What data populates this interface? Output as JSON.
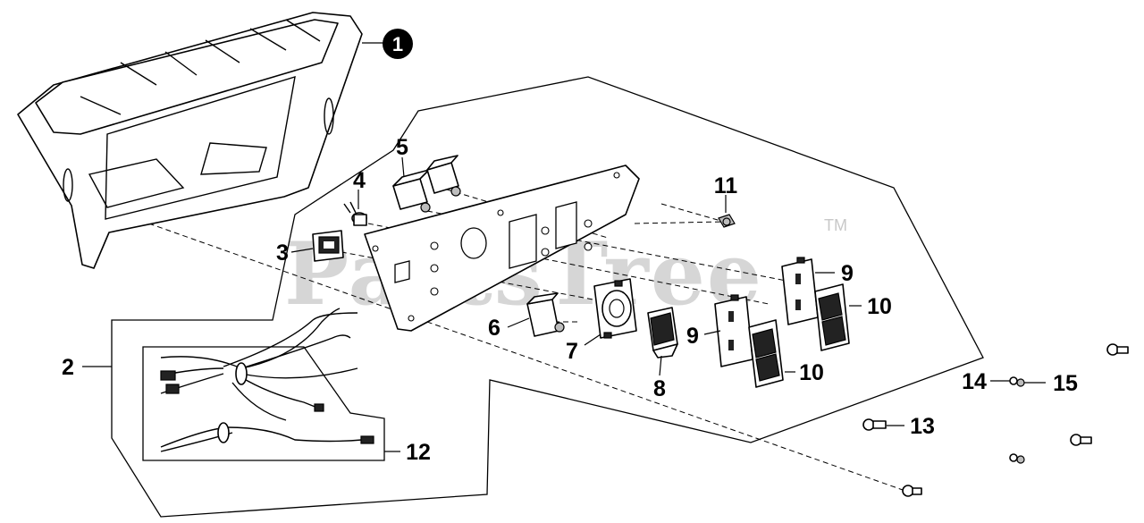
{
  "watermark": {
    "text": "PartsTree",
    "trademark": "TM"
  },
  "badge": {
    "label": "1"
  },
  "callouts": {
    "c2": "2",
    "c3": "3",
    "c4": "4",
    "c5": "5",
    "c6": "6",
    "c7": "7",
    "c8": "8",
    "c9a": "9",
    "c9b": "9",
    "c10a": "10",
    "c10b": "10",
    "c11": "11",
    "c12": "12",
    "c13": "13",
    "c14": "14",
    "c15": "15"
  }
}
